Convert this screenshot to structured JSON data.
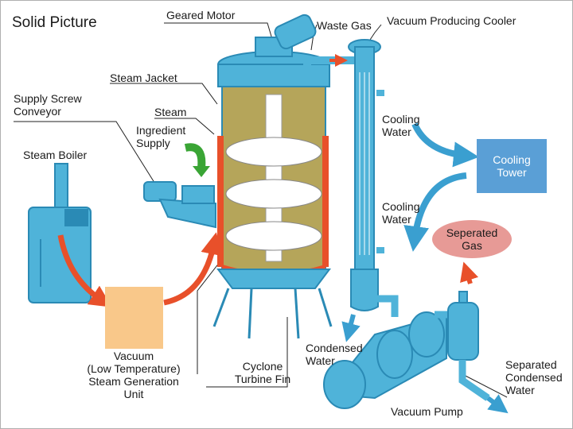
{
  "title": "Solid Picture",
  "labels": {
    "geared_motor": "Geared Motor",
    "waste_gas": "Waste Gas",
    "vacuum_producing_cooler": "Vacuum Producing Cooler",
    "steam_jacket": "Steam Jacket",
    "supply_screw_conveyor": "Supply Screw\nConveyor",
    "steam": "Steam",
    "ingredient_supply": "Ingredient\nSupply",
    "steam_boiler": "Steam Boiler",
    "cooling_water_1": "Cooling\nWater",
    "cooling_water_2": "Cooling\nWater",
    "cooling_tower": "Cooling\nTower",
    "seperated_gas": "Seperated\nGas",
    "vacuum_unit": "Vacuum\n(Low Temperature)\nSteam Generation\nUnit",
    "cyclone_turbine_fin": "Cyclone\nTurbine Fin",
    "condensed_water": "Condensed\nWater",
    "separated_condensed_water": "Separated\nCondensed\nWater",
    "vacuum_pump": "Vacuum Pump"
  },
  "colors": {
    "equipment_blue": "#4fb3d9",
    "equipment_dark": "#2a8ab5",
    "steam_red": "#e8502a",
    "ingredient_green": "#3aa535",
    "flow_arrow_blue": "#3a9fd0",
    "cooling_tower_fill": "#5a9fd6",
    "seperated_gas_fill": "#e79a96",
    "vacuum_unit_fill": "#f9c88a",
    "interior_olive": "#b5a55a"
  }
}
